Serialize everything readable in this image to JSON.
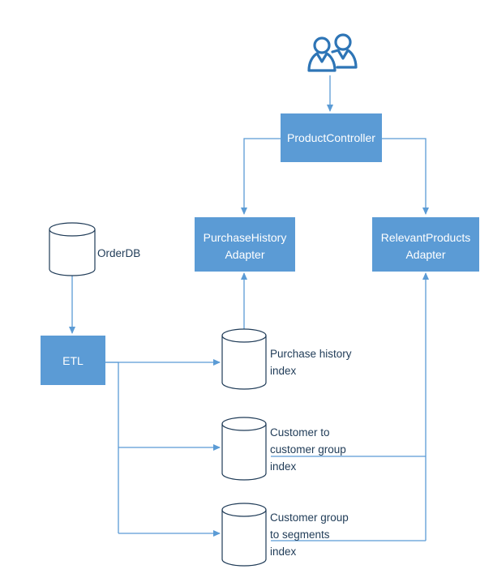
{
  "diagram": {
    "nodes": {
      "users": {
        "icon": "users-icon"
      },
      "product_controller": {
        "label": "ProductController"
      },
      "purchase_history_adapter": {
        "line1": "PurchaseHistory",
        "line2": "Adapter"
      },
      "relevant_products_adapter": {
        "line1": "RelevantProducts",
        "line2": "Adapter"
      },
      "etl": {
        "label": "ETL"
      },
      "order_db": {
        "label": "OrderDB"
      },
      "purchase_history_index": {
        "line1": "Purchase history",
        "line2": "index"
      },
      "customer_group_index": {
        "line1": "Customer to",
        "line2": "customer group",
        "line3": "index"
      },
      "segments_index": {
        "line1": "Customer group",
        "line2": "to segments",
        "line3": "index"
      }
    },
    "colors": {
      "box": "#5b9bd5",
      "connector": "#5b9bd5",
      "icon": "#2e75b6",
      "cylinder_outline": "#1f3b57",
      "box_text": "#ffffff",
      "db_text": "#1f3b57"
    }
  }
}
